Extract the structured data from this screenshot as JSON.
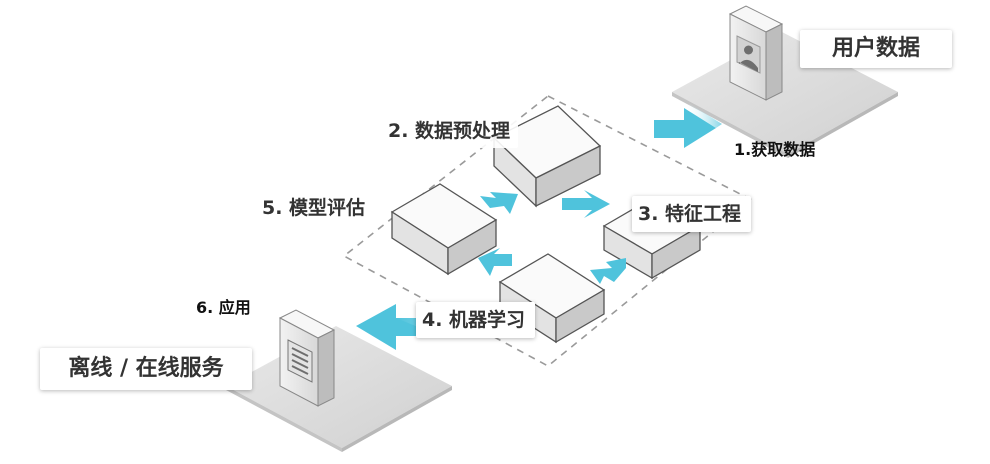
{
  "diagram": {
    "source_label": "用户数据",
    "target_label": "离线 / 在线服务",
    "steps": [
      {
        "id": "1",
        "text": "1.获取数据"
      },
      {
        "id": "2",
        "text": "2. 数据预处理"
      },
      {
        "id": "3",
        "text": "3. 特征工程"
      },
      {
        "id": "4",
        "text": "4. 机器学习"
      },
      {
        "id": "5",
        "text": "5. 模型评估"
      },
      {
        "id": "6",
        "text": "6. 应用"
      }
    ],
    "colors": {
      "arrow": "#4fc3dc",
      "platform": "#d6d6d6",
      "box_top": "#fafafa",
      "box_side": "#c9c9c9",
      "dashed_border": "#9a9a9a"
    },
    "icons": {
      "source": "user-server-icon",
      "target": "document-server-icon"
    }
  }
}
